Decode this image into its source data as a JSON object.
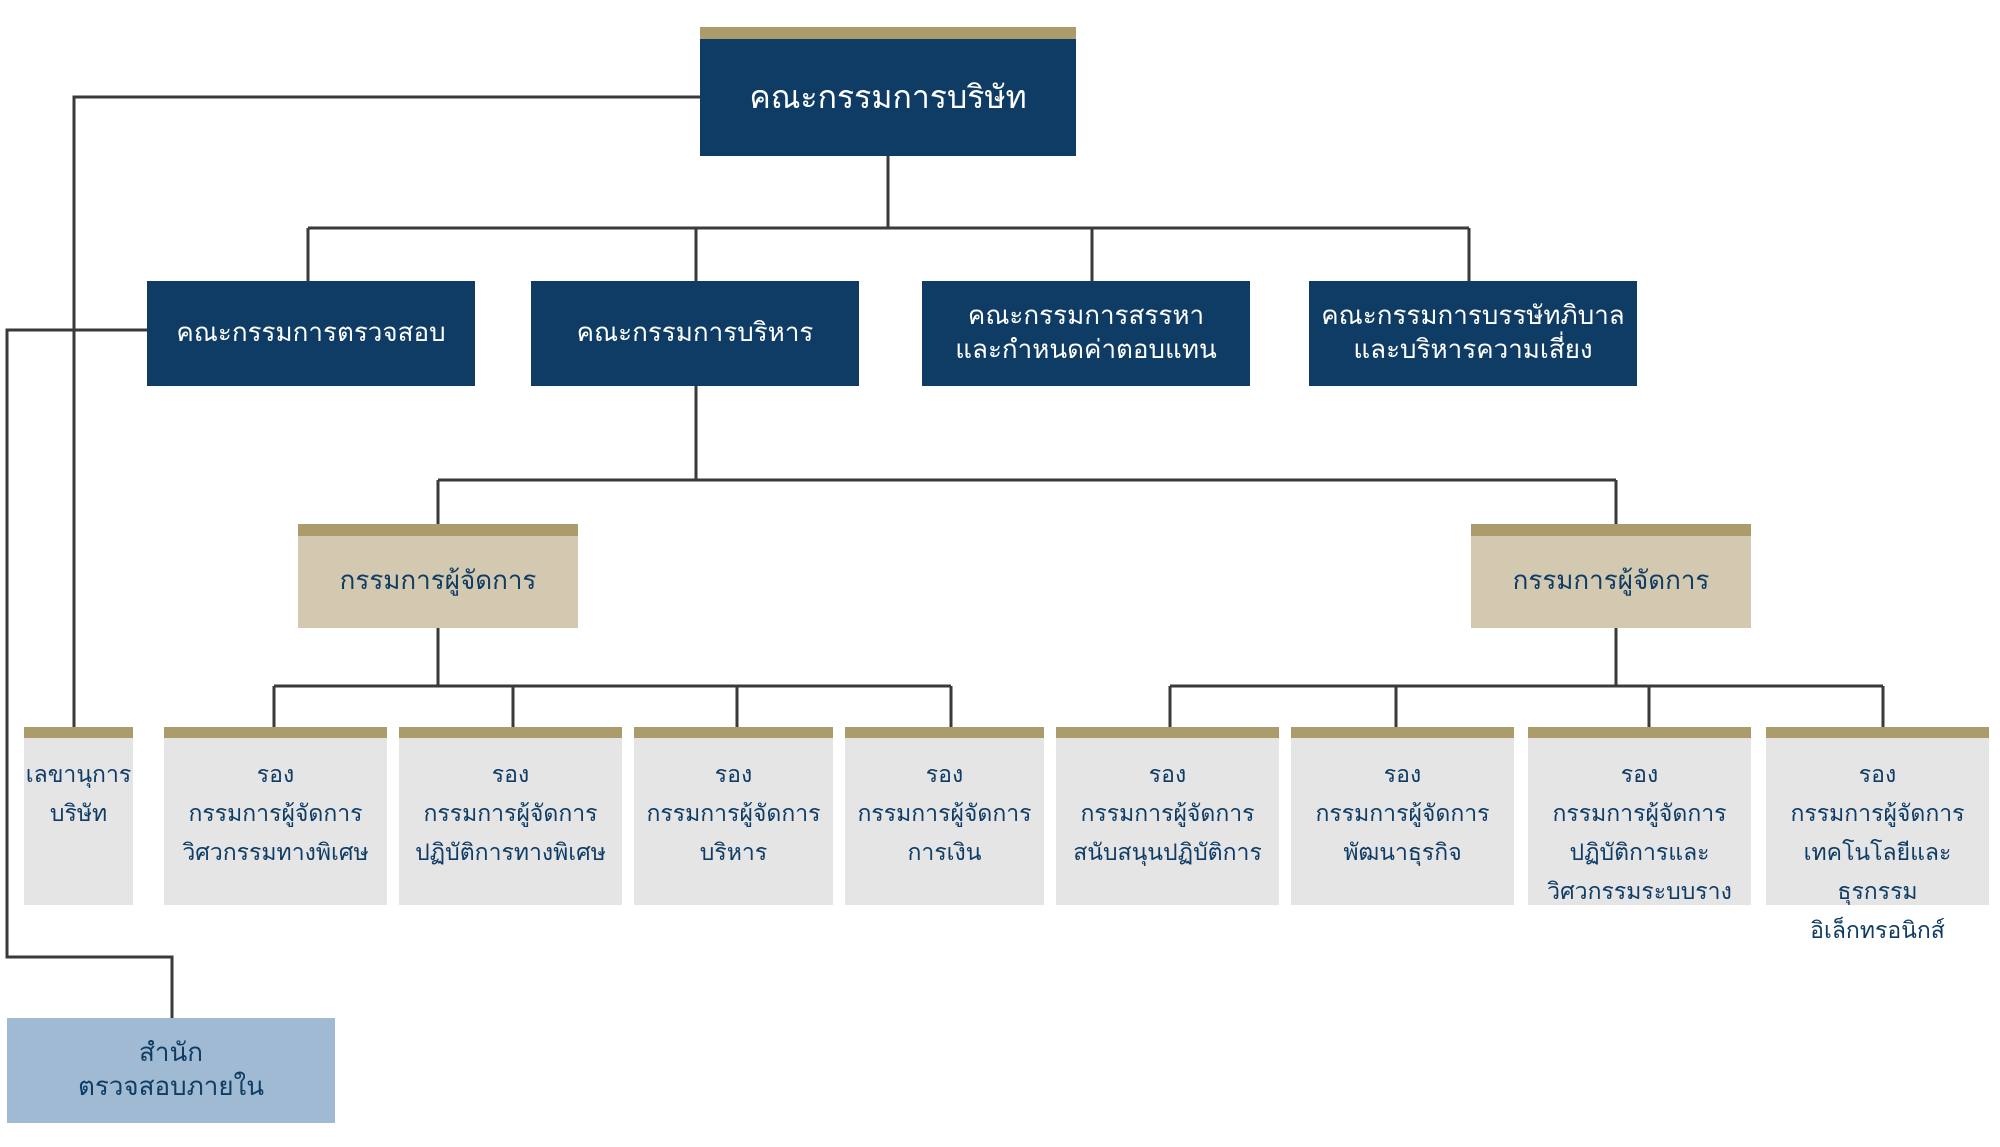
{
  "board": {
    "line1": "คณะกรรมการบริษัท"
  },
  "committees": [
    {
      "line1": "คณะกรรมการตรวจสอบ",
      "line2": ""
    },
    {
      "line1": "คณะกรรมการบริหาร",
      "line2": ""
    },
    {
      "line1": "คณะกรรมการสรรหา",
      "line2": "และกำหนดค่าตอบแทน"
    },
    {
      "line1": "คณะกรรมการบรรษัทภิบาล",
      "line2": "และบริหารความเสี่ยง"
    }
  ],
  "managing_directors": [
    {
      "line1": "กรรมการผู้จัดการ"
    },
    {
      "line1": "กรรมการผู้จัดการ"
    }
  ],
  "secretary": {
    "line1": "เลขานุการ",
    "line2": "บริษัท"
  },
  "deputies": [
    {
      "line1": "รอง",
      "line2": "กรรมการผู้จัดการ",
      "line3": "วิศวกรรมทางพิเศษ"
    },
    {
      "line1": "รอง",
      "line2": "กรรมการผู้จัดการ",
      "line3": "ปฏิบัติการทางพิเศษ"
    },
    {
      "line1": "รอง",
      "line2": "กรรมการผู้จัดการ",
      "line3": "บริหาร"
    },
    {
      "line1": "รอง",
      "line2": "กรรมการผู้จัดการ",
      "line3": "การเงิน"
    },
    {
      "line1": "รอง",
      "line2": "กรรมการผู้จัดการ",
      "line3": "สนับสนุนปฏิบัติการ"
    },
    {
      "line1": "รอง",
      "line2": "กรรมการผู้จัดการ",
      "line3": "พัฒนาธุรกิจ"
    },
    {
      "line1": "รอง",
      "line2": "กรรมการผู้จัดการ",
      "line3": "ปฏิบัติการและ",
      "line4": "วิศวกรรมระบบราง"
    },
    {
      "line1": "รอง",
      "line2": "กรรมการผู้จัดการ",
      "line3": "เทคโนโลยีและธุรกรรม",
      "line4": "อิเล็กทรอนิกส์"
    }
  ],
  "internal_audit": {
    "line1": "สำนัก",
    "line2": "ตรวจสอบภายใน"
  },
  "colors": {
    "navy": "#0e3c64",
    "gold": "#ad9c6b",
    "tan": "#d3c9b1",
    "grey": "#e5e5e6",
    "light_blue": "#a1bad3",
    "connector": "#3a3a3a"
  }
}
